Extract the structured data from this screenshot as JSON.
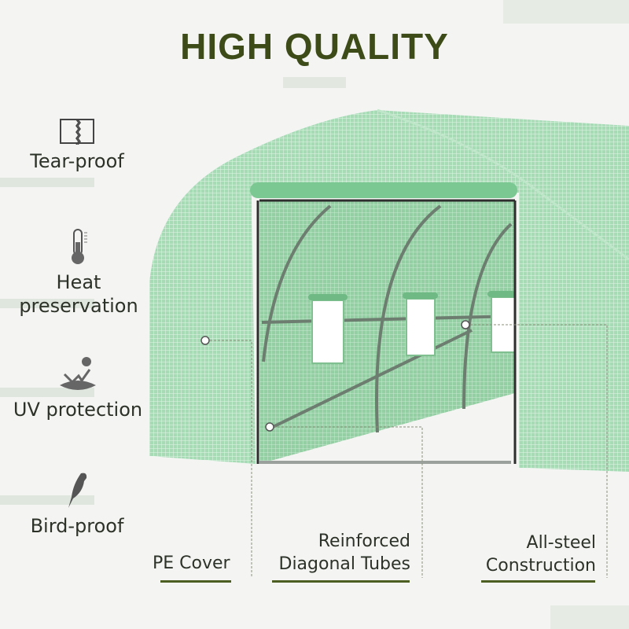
{
  "title": "HIGH QUALITY",
  "features": [
    {
      "label": "Tear-proof",
      "icon": "torn-sheet-icon"
    },
    {
      "label_line1": "Heat",
      "label_line2": "preservation",
      "icon": "thermometer-icon"
    },
    {
      "label": "UV protection",
      "icon": "uv-reflection-icon"
    },
    {
      "label": "Bird-proof",
      "icon": "bird-icon"
    }
  ],
  "callouts": [
    {
      "label": "PE Cover"
    },
    {
      "line1": "Reinforced",
      "line2": "Diagonal Tubes"
    },
    {
      "line1": "All-steel",
      "line2": "Construction"
    }
  ],
  "colors": {
    "title": "#3d4b19",
    "cover": "#a9dcb9",
    "underline": "#4c5e22"
  }
}
